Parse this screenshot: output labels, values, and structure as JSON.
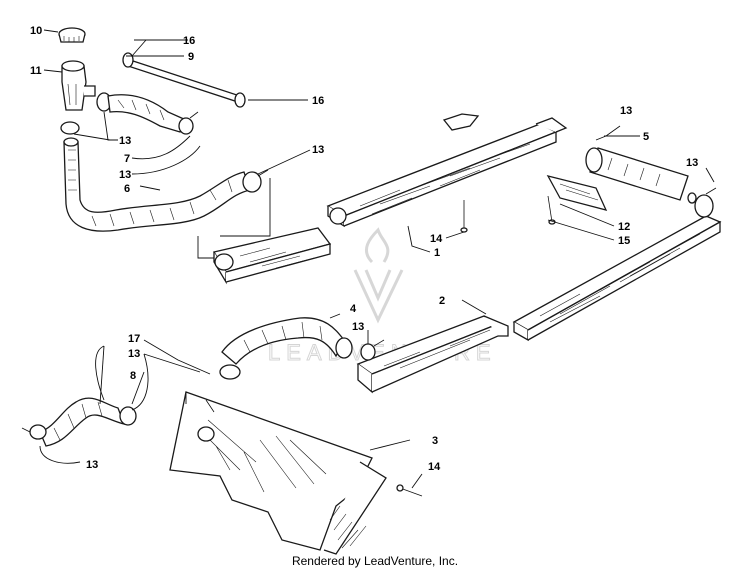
{
  "diagram": {
    "callouts": [
      {
        "id": "c10",
        "text": "10"
      },
      {
        "id": "c16a",
        "text": "16"
      },
      {
        "id": "c9",
        "text": "9"
      },
      {
        "id": "c11",
        "text": "11"
      },
      {
        "id": "c16b",
        "text": "16"
      },
      {
        "id": "c13a",
        "text": "13"
      },
      {
        "id": "c7",
        "text": "7"
      },
      {
        "id": "c13b",
        "text": "13"
      },
      {
        "id": "c13c",
        "text": "13"
      },
      {
        "id": "c6",
        "text": "6"
      },
      {
        "id": "c13d",
        "text": "13"
      },
      {
        "id": "c5",
        "text": "5"
      },
      {
        "id": "c13e",
        "text": "13"
      },
      {
        "id": "c12",
        "text": "12"
      },
      {
        "id": "c15",
        "text": "15"
      },
      {
        "id": "c14a",
        "text": "14"
      },
      {
        "id": "c1",
        "text": "1"
      },
      {
        "id": "c2",
        "text": "2"
      },
      {
        "id": "c4",
        "text": "4"
      },
      {
        "id": "c13f",
        "text": "13"
      },
      {
        "id": "c17",
        "text": "17"
      },
      {
        "id": "c13g",
        "text": "13"
      },
      {
        "id": "c8",
        "text": "8"
      },
      {
        "id": "c3",
        "text": "3"
      },
      {
        "id": "c14b",
        "text": "14"
      },
      {
        "id": "c13h",
        "text": "13"
      }
    ],
    "watermark_text": "LEADVENTURE",
    "footer": "Rendered by LeadVenture, Inc."
  },
  "colors": {
    "ink": "#1a1a1a",
    "watermark": "#d7d7d7",
    "background": "#ffffff"
  }
}
